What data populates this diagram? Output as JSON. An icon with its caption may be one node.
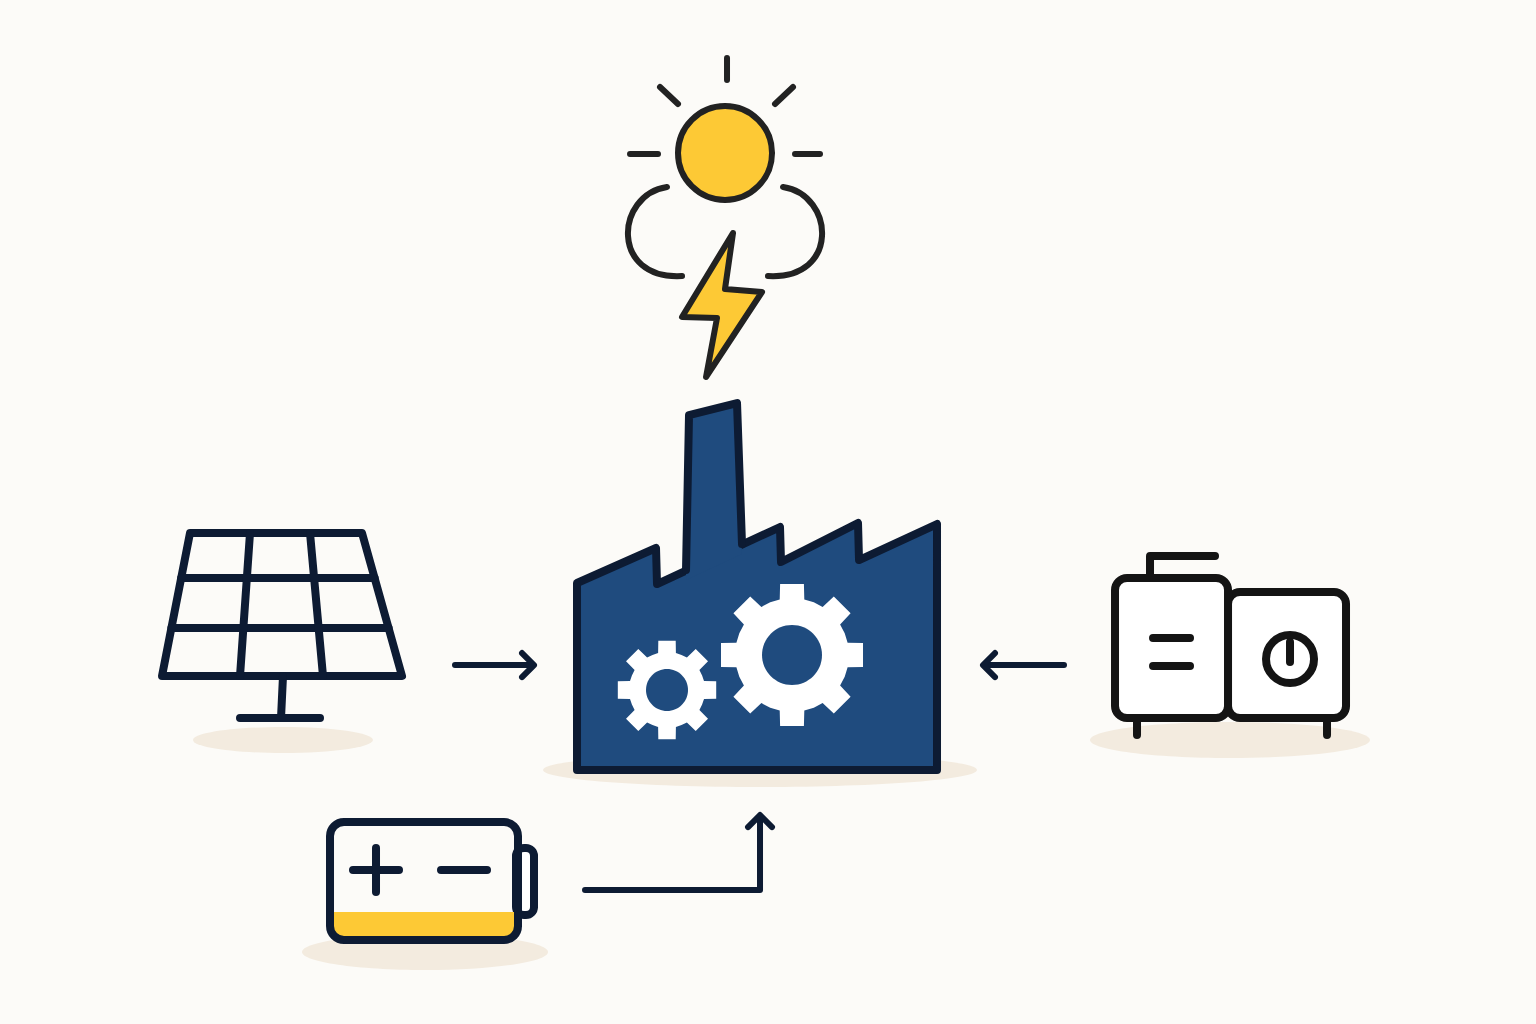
{
  "diagram": {
    "nodes": [
      {
        "text": [],
        "shape": "picture"
      },
      {
        "text": [],
        "shape": "picture"
      },
      {
        "text": [],
        "shape": "picture"
      },
      {
        "text": [],
        "shape": "picture"
      },
      {
        "text": [],
        "shape": "picture"
      }
    ],
    "edges": [
      {
        "from": 1,
        "to": 2,
        "arrow": "to"
      },
      {
        "from": 3,
        "to": 2,
        "arrow": "to"
      },
      {
        "from": 4,
        "to": 2,
        "arrow": "to"
      }
    ]
  }
}
